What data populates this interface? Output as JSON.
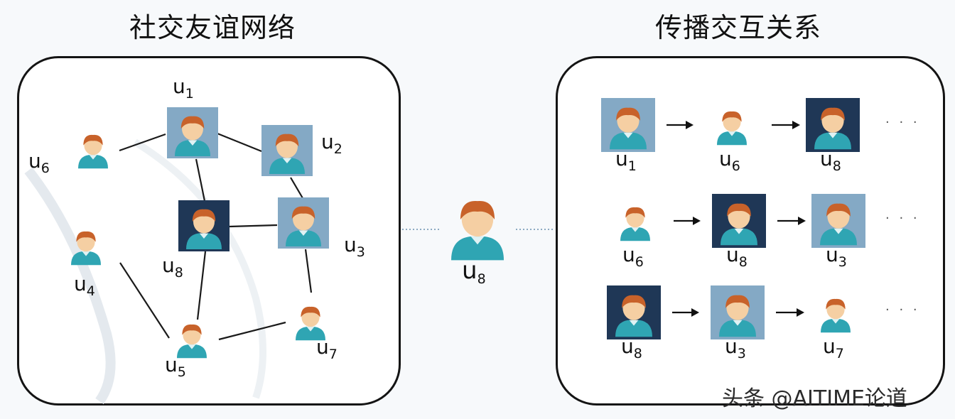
{
  "titles": {
    "left": "社交友谊网络",
    "right": "传播交互关系"
  },
  "users": {
    "u1": {
      "base": "u",
      "sub": "1"
    },
    "u2": {
      "base": "u",
      "sub": "2"
    },
    "u3": {
      "base": "u",
      "sub": "3"
    },
    "u4": {
      "base": "u",
      "sub": "4"
    },
    "u5": {
      "base": "u",
      "sub": "5"
    },
    "u6": {
      "base": "u",
      "sub": "6"
    },
    "u7": {
      "base": "u",
      "sub": "7"
    },
    "u8": {
      "base": "u",
      "sub": "8"
    }
  },
  "friendship_edges": [
    [
      "u6",
      "u1"
    ],
    [
      "u1",
      "u2"
    ],
    [
      "u1",
      "u8"
    ],
    [
      "u2",
      "u3"
    ],
    [
      "u8",
      "u3"
    ],
    [
      "u8",
      "u5"
    ],
    [
      "u3",
      "u7"
    ],
    [
      "u4",
      "u5"
    ],
    [
      "u5",
      "u7"
    ]
  ],
  "propagation_sequences": [
    [
      "u1",
      "u6",
      "u8"
    ],
    [
      "u6",
      "u8",
      "u3"
    ],
    [
      "u8",
      "u3",
      "u7"
    ]
  ],
  "continuation": "· · ·",
  "node_styles": {
    "u1": "light",
    "u2": "light",
    "u3": "light",
    "u8": "dark",
    "u4": "none",
    "u5": "none",
    "u6": "none",
    "u7": "none"
  },
  "colors": {
    "light_box": "#84a9c5",
    "dark_box": "#1f3756",
    "hair": "#c8622a",
    "skin": "#f5cfa3",
    "shirt": "#2fa5b3"
  },
  "watermark": "头条 @AITIME论道"
}
